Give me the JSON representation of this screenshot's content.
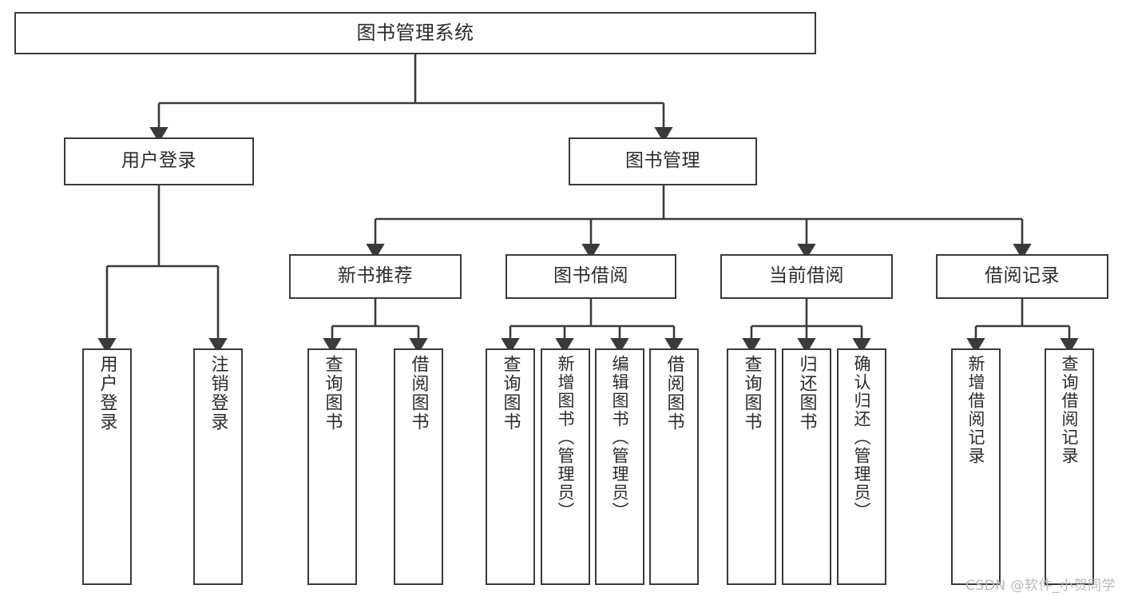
{
  "diagram": {
    "type": "tree-hierarchy-flowchart",
    "title": "图书管理系统",
    "watermark": "CSDN @软件_小贺同学",
    "colors": {
      "stroke": "#3a3a3a",
      "fill": "#ffffff",
      "text": "#2b2b2b",
      "watermark": "#b9b9b9"
    },
    "nodes": {
      "root": {
        "label": "图书管理系统"
      },
      "level1": [
        {
          "id": "user-login",
          "label": "用户登录"
        },
        {
          "id": "book-management",
          "label": "图书管理"
        }
      ],
      "level2": [
        {
          "id": "new-book-recommendation",
          "label": "新书推荐"
        },
        {
          "id": "book-borrow",
          "label": "图书借阅"
        },
        {
          "id": "current-borrow",
          "label": "当前借阅"
        },
        {
          "id": "borrow-record",
          "label": "借阅记录"
        }
      ],
      "leaves": {
        "user-login": [
          {
            "id": "login-user",
            "label": "用户登录"
          },
          {
            "id": "logout-user",
            "label": "注销登录"
          }
        ],
        "new-book-recommendation": [
          {
            "id": "query-books-rec",
            "label": "查询图书"
          },
          {
            "id": "borrow-books-rec",
            "label": "借阅图书"
          }
        ],
        "book-borrow": [
          {
            "id": "query-books-borrow",
            "label": "查询图书"
          },
          {
            "id": "add-book-admin",
            "label": "新增图书（管理员）"
          },
          {
            "id": "edit-book-admin",
            "label": "编辑图书（管理员）"
          },
          {
            "id": "borrow-book",
            "label": "借阅图书"
          }
        ],
        "current-borrow": [
          {
            "id": "query-books-current",
            "label": "查询图书"
          },
          {
            "id": "return-book",
            "label": "归还图书"
          },
          {
            "id": "confirm-return-admin",
            "label": "确认归还（管理员）"
          }
        ],
        "borrow-record": [
          {
            "id": "add-borrow-record",
            "label": "新增借阅记录"
          },
          {
            "id": "query-borrow-record",
            "label": "查询借阅记录"
          }
        ]
      }
    }
  }
}
